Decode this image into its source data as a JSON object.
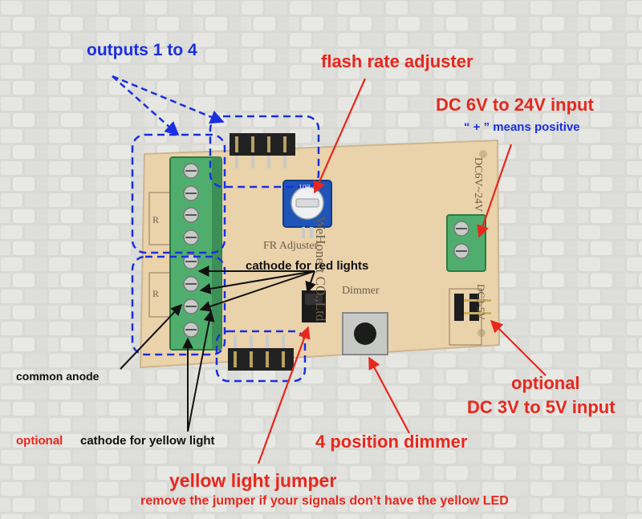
{
  "labels": {
    "outputs": "outputs 1 to 4",
    "flash_rate": "flash rate adjuster",
    "dc_input": "DC 6V to 24V input",
    "positive_note": "“ + ” means positive",
    "cathode_red": "cathode for red lights",
    "common_anode": "common anode",
    "optional_word": "optional",
    "cathode_yellow": "cathode for yellow light",
    "optional_input_line1": "optional",
    "optional_input_line2": "DC 3V to 5V input",
    "dimmer": "4 position dimmer",
    "jumper_title": "yellow light jumper",
    "jumper_note": "remove the jumper if your signals don’t have the yellow LED"
  },
  "silkscreen": {
    "brand": "WeHonest CO.,Ltd",
    "fr_adjuster": "FR Adjuster",
    "dimmer": "Dimmer",
    "input_high": "DC6V~24V",
    "input_low": "DC3-5V",
    "pot_code": "103",
    "r_mark": "R"
  },
  "colors": {
    "label_red": "#e8271d",
    "label_blue": "#1a2fe0",
    "board": "#ead2aa",
    "terminal": "#4fae6d",
    "background": "#d9dad6"
  },
  "icons": {
    "terminal_screw": "screw-icon",
    "pin_header": "pin-header-icon",
    "potentiometer": "potentiometer-icon",
    "push_button": "push-button-icon"
  }
}
